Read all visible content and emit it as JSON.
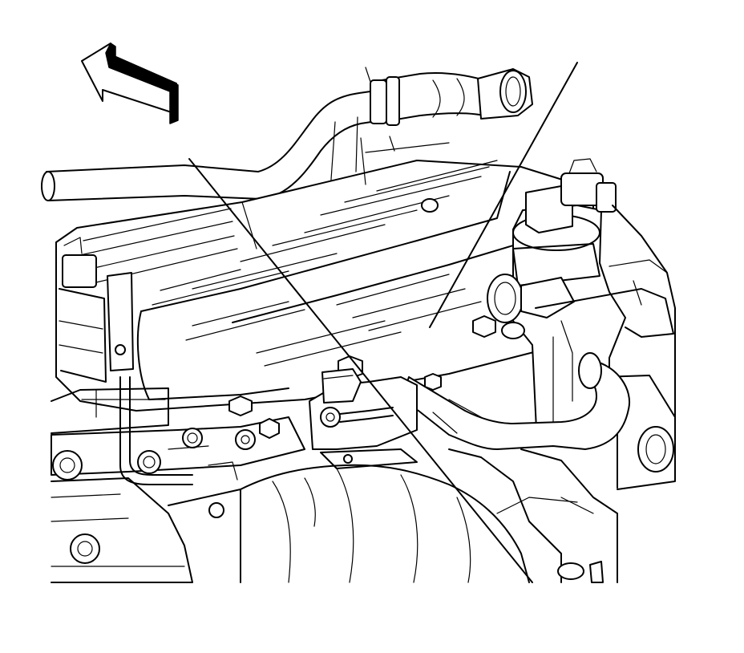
{
  "diagram": {
    "type": "technical-line-illustration",
    "colors": {
      "ink": "#000000",
      "paper": "#ffffff"
    },
    "parts": [
      "direction-arrow",
      "air-hose",
      "engine-cover",
      "air-valve-assembly",
      "outlet-hose",
      "mounting-bracket",
      "exhaust-manifold",
      "callout-leader"
    ]
  }
}
